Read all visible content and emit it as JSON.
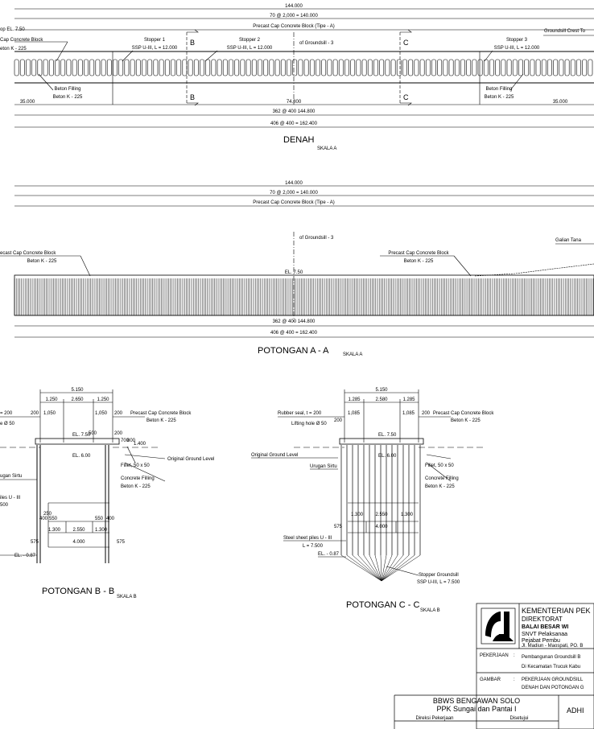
{
  "denah": {
    "dim_total": "144.000",
    "dim_cap": "70 @ 2,000 = 140.000",
    "cap_label": "Precast Cap Concrete Block (Tipe - A)",
    "top_el": "op EL. 7.50",
    "cap_block": "Cap Concrete Block",
    "cap_block_grade": "eton  K - 225",
    "stopper1": "Stopper 1",
    "stopper1_spec": "SSP U-III, L = 12.000",
    "stopper2": "Stopper 2",
    "stopper2_spec": "SSP U-III, L = 12.000",
    "centerline": "of Groundsill - 3",
    "stopper3": "Stopper 3",
    "stopper3_spec": "SSP U-III, L = 12.000",
    "crest": "Groundsill Crest To",
    "beton_filling": "Beton Filling",
    "beton_grade": "Beton  K - 225",
    "sec_b": "B",
    "sec_c": "C",
    "dim_left": "35.000",
    "dim_mid": "74.800",
    "dim_right": "35.000",
    "dim_piles": "362 @ 400  144.800",
    "dim_all": "406 @ 400 = 162.400",
    "title": "DENAH",
    "scale": "SKALA  A"
  },
  "potAA": {
    "dim_total": "144.000",
    "dim_cap": "70 @ 2,000 = 140.000",
    "cap_label": "Precast Cap Concrete Block (Tipe - A)",
    "centerline": "of Groundsill - 3",
    "galian": "Galian Tana",
    "left_block": "ecast Cap Concrete Block",
    "left_grade": "Beton  K - 225",
    "right_block": "Precast Cap Concrete Block",
    "right_grade": "Beton  K - 225",
    "el": "EL. 7.50",
    "dim_piles": "362 @ 400  144.800",
    "dim_all": "406 @ 400 = 162.400",
    "title": "POTONGAN  A - A",
    "scale": "SKALA  A"
  },
  "potBB": {
    "dim_total": "5.150",
    "d1": "1.250",
    "d2": "2.650",
    "d3": "1.250",
    "seal": "= 200",
    "s200a": "200",
    "s1050a": "1,050",
    "s1050b": "1,050",
    "s200b": "200",
    "lifting": "e Ø 50",
    "el_top": "EL. 7.50",
    "el_mid": "EL. 6.00",
    "v500": "500",
    "v200": "200",
    "v700": "700",
    "v800": "800",
    "v1400": "1.400",
    "cap_block": "Precast Cap Concrete Block",
    "cap_grade": "Beton  K - 225",
    "fillet": "Fillet,  50 x 50",
    "ground": "Original Ground Level",
    "filling": "Concrete Filling",
    "filling_grade": "Beton  K - 225",
    "urugan": "ugan Sirtu",
    "piles": "iles U - III",
    "piles_len": "500",
    "b250a": "250",
    "b400": "400",
    "b550a": "550",
    "b550b": "550",
    "b400b": "400",
    "b1300a": "1.300",
    "b2550": "2.550",
    "b1300b": "1.300",
    "b4000": "4.000",
    "b575a": "575",
    "b575b": "575",
    "el_low": "EL. - 0.87",
    "title": "POTONGAN  B - B",
    "scale": "SKALA  B"
  },
  "potCC": {
    "dim_total": "5.150",
    "d1": "1.285",
    "d2": "2.580",
    "d3": "1.285",
    "rubber": "Rubber seal,  t = 200",
    "s200a": "200",
    "s1085a": "1,085",
    "s1085b": "1,085",
    "s200b": "200",
    "lifting": "Lifting hole Ø 50",
    "el_top": "EL. 7.50",
    "el_mid": "EL. 6.00",
    "cap_block": "Precast Cap Concrete Block",
    "cap_grade": "Beton  K - 225",
    "fillet": "Fillet,  50 x 50",
    "ground": "Original Ground Level",
    "filling": "Concrete Filling",
    "filling_grade": "Beton  K - 225",
    "urugan": "Urugan Sirtu",
    "c1300a": "1.300",
    "c2550": "2.550",
    "c1300b": "1.300",
    "c4000": "4.000",
    "c575": "575",
    "piles": "Steel sheet piles  U - III",
    "piles_len": "L = 7.500",
    "el_low": "EL. - 0.87",
    "stopper": "Stopper Groundsill",
    "stopper_spec": "SSP U-III, L = 7.500",
    "title": "POTONGAN  C - C",
    "scale": "SKALA  B"
  },
  "titleblock": {
    "ministry": "KEMENTERIAN PEK",
    "directorate": "DIREKTORAT",
    "balai": "BALAI BESAR WI",
    "snvt": "SNVT Pelaksanaa",
    "pejabat": "Pejabat Pembu",
    "address": "Jl. Madiun - Maospati, PO. B",
    "pekerjaan_lbl": "PEKERJAAN",
    "pekerjaan_1": "Pembangunan Groundsill B",
    "pekerjaan_2": "Di Kecamatan Trucuk Kabu",
    "gambar_lbl": "GAMBAR",
    "gambar_1": "PEKERJAAN GROUNDSILL",
    "gambar_2": "DENAH DAN POTONGAN G",
    "colon": ":",
    "bbws": "BBWS BENGAWAN SOLO",
    "ppk": "PPK Sungai dan Pantai I",
    "direksi": "Direksi Pekerjaan",
    "disetujui": "Disetujui",
    "adhi": "ADHI"
  }
}
